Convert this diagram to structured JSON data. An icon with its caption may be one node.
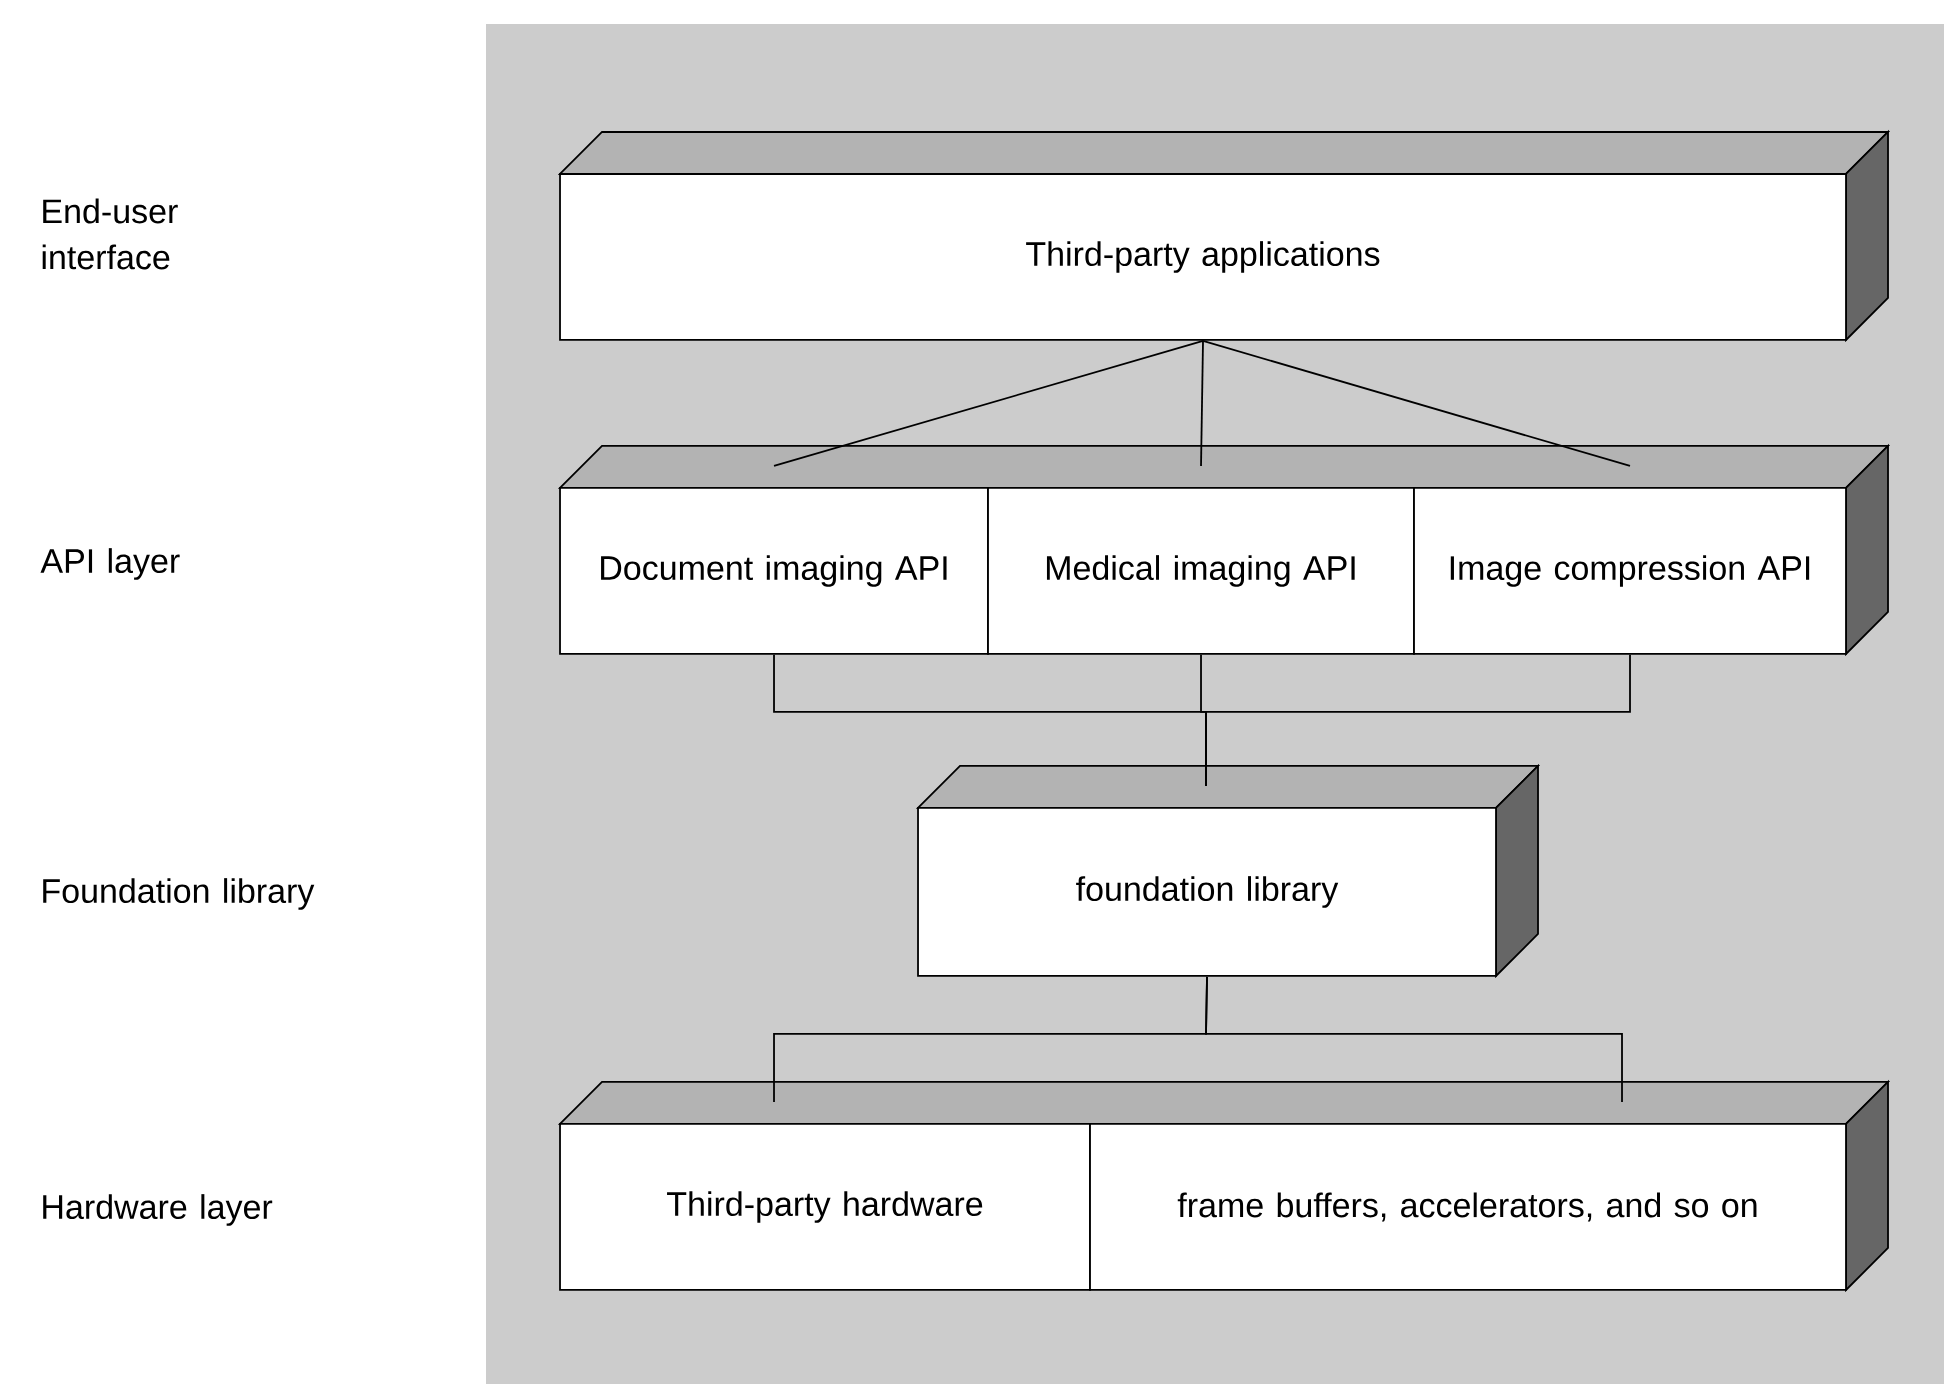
{
  "diagram": {
    "nodes": [
      {
        "text": [
          "Third-party applications"
        ]
      },
      {
        "text": [
          "Document imaging API"
        ]
      },
      {
        "text": [
          "Medical imaging API"
        ]
      },
      {
        "text": [
          "Image compression API"
        ]
      },
      {
        "text": [
          "foundation library"
        ]
      },
      {
        "text": [
          "Third-party hardware"
        ]
      },
      {
        "text": [
          "frame buffers, accelerators, and so on"
        ]
      }
    ],
    "edges": [
      {
        "from": 0,
        "to": 1,
        "arrow": "none"
      },
      {
        "from": 0,
        "to": 2,
        "arrow": "none"
      },
      {
        "from": 0,
        "to": 3,
        "arrow": "none"
      },
      {
        "from": 1,
        "to": 4,
        "arrow": "none"
      },
      {
        "from": 2,
        "to": 4,
        "arrow": "none"
      },
      {
        "from": 3,
        "to": 4,
        "arrow": "none"
      },
      {
        "from": 4,
        "to": 5,
        "arrow": "none"
      },
      {
        "from": 4,
        "to": 6,
        "arrow": "none"
      }
    ],
    "labels": [
      "End-user interface",
      "API layer",
      "Foundation library",
      "Hardware layer"
    ]
  }
}
